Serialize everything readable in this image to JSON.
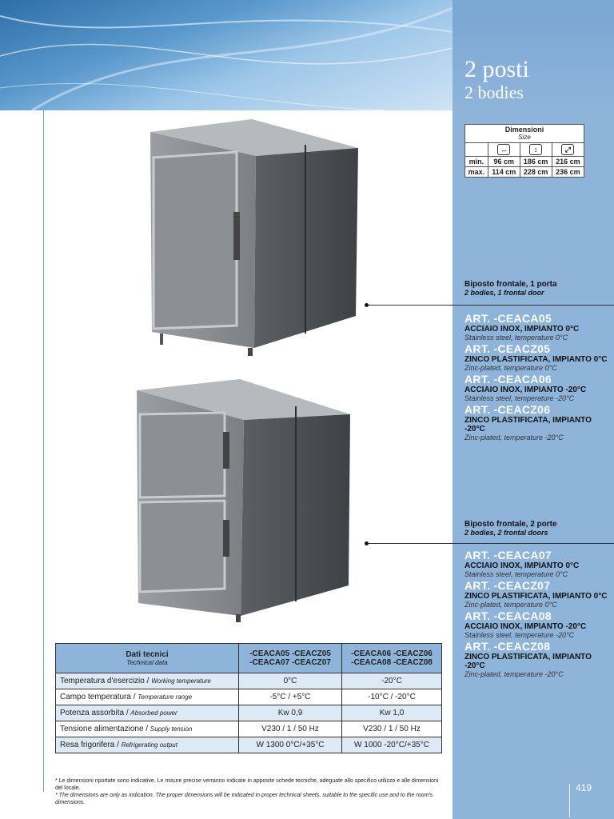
{
  "title": {
    "it": "2 posti",
    "en": "2 bodies"
  },
  "dimensions": {
    "header": "Dimensioni",
    "header_en": "Size",
    "icons": [
      "width-arrow-icon",
      "height-arrow-icon",
      "depth-arrow-icon"
    ],
    "rows": [
      {
        "label": "min.",
        "values": [
          "96 cm",
          "186 cm",
          "216 cm"
        ]
      },
      {
        "label": "max.",
        "values": [
          "114 cm",
          "228 cm",
          "236 cm"
        ]
      }
    ]
  },
  "group1": {
    "title": "Biposto frontale, 1 porta",
    "title_en": "2 bodies, 1 frontal door",
    "articles": [
      {
        "code": "ART. -CEACA05",
        "desc": "ACCIAIO INOX, IMPIANTO 0°C",
        "desc_en": "Stainless steel, temperature 0°C"
      },
      {
        "code": "ART. -CEACZ05",
        "desc": "ZINCO PLASTIFICATA, IMPIANTO 0°C",
        "desc_en": "Zinc-plated, temperature 0°C"
      },
      {
        "code": "ART. -CEACA06",
        "desc": "ACCIAIO INOX, IMPIANTO -20°C",
        "desc_en": "Stainless steel, temperature -20°C"
      },
      {
        "code": "ART. -CEACZ06",
        "desc": "ZINCO PLASTIFICATA, IMPIANTO -20°C",
        "desc_en": "Zinc-plated, temperature -20°C"
      }
    ]
  },
  "group2": {
    "title": "Biposto frontale, 2 porte",
    "title_en": "2 bodies, 2 frontal doors",
    "articles": [
      {
        "code": "ART. -CEACA07",
        "desc": "ACCIAIO INOX, IMPIANTO 0°C",
        "desc_en": "Stainless steel, temperature 0°C"
      },
      {
        "code": "ART. -CEACZ07",
        "desc": "ZINCO PLASTIFICATA, IMPIANTO 0°C",
        "desc_en": "Zinc-plated, temperature 0°C"
      },
      {
        "code": "ART. -CEACA08",
        "desc": "ACCIAIO INOX, IMPIANTO -20°C",
        "desc_en": "Stainless steel, temperature -20°C"
      },
      {
        "code": "ART. -CEACZ08",
        "desc": "ZINCO PLASTIFICATA, IMPIANTO -20°C",
        "desc_en": "Zinc-plated, temperature -20°C"
      }
    ]
  },
  "tech": {
    "header": "Dati tecnici",
    "header_en": "Technical data",
    "col1": [
      "-CEACA05 -CEACZ05",
      "-CEACA07 -CEACZ07"
    ],
    "col2": [
      "-CEACA06 -CEACZ06",
      "-CEACA08 -CEACZ08"
    ],
    "rows": [
      {
        "label": "Temperatura d'esercizio / ",
        "label_en": "Working temperature",
        "v1": "0°C",
        "v2": "-20°C"
      },
      {
        "label": "Campo temperatura / ",
        "label_en": "Temperature range",
        "v1": "-5°C / +5°C",
        "v2": "-10°C / -20°C"
      },
      {
        "label": "Potenza assorbita / ",
        "label_en": "Absorbed power",
        "v1": "Kw 0,9",
        "v2": "Kw 1,0"
      },
      {
        "label": "Tensione alimentazione / ",
        "label_en": "Supply tension",
        "v1": "V230 / 1 / 50 Hz",
        "v2": "V230 / 1 / 50 Hz"
      },
      {
        "label": "Resa frigorifera / ",
        "label_en": "Refrigerating output",
        "v1": "W 1300 0°C/+35°C",
        "v2": "W 1000 -20°C/+35°C"
      }
    ]
  },
  "notes": [
    "* Le dimensioni riportate sono indicative. Le misure precise verranno indicate in apposite schede tecniche, adeguate allo specifico utilizzo e alle dimensioni del locale.",
    "* The dimensions are only as indication. The proper dimensions will be indicated in proper technical sheets, suitable to the specific use and to the room's dimensions."
  ],
  "page_number": "419",
  "colors": {
    "accent": "#8fb4da",
    "banner": "#4f8cc4",
    "steel": "#8a8d90"
  }
}
